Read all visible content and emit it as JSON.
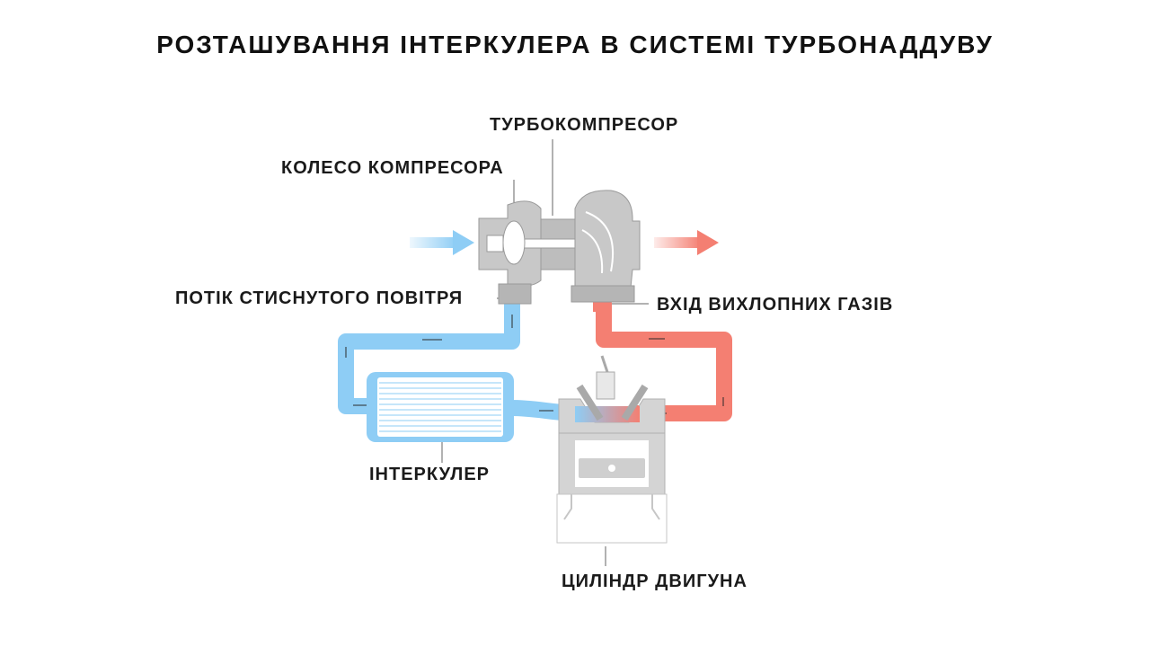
{
  "title": "РОЗТАШУВАННЯ ІНТЕРКУЛЕРА В СИСТЕМІ ТУРБОНАДДУВУ",
  "labels": {
    "turbocharger": "ТУРБОКОМПРЕСОР",
    "compressor_wheel": "КОЛЕСО КОМПРЕСОРА",
    "compressed_air_flow": "ПОТІК СТИСНУТОГО ПОВІТРЯ",
    "exhaust_inlet": "ВХІД ВИХЛОПНИХ ГАЗІВ",
    "intercooler": "ІНТЕРКУЛЕР",
    "engine_cylinder": "ЦИЛІНДР ДВИГУНА"
  },
  "colors": {
    "cold_air": "#8ecdf5",
    "hot_exhaust": "#f47f72",
    "metal": "#c8c8c8",
    "metal_dark": "#9a9a9a"
  }
}
